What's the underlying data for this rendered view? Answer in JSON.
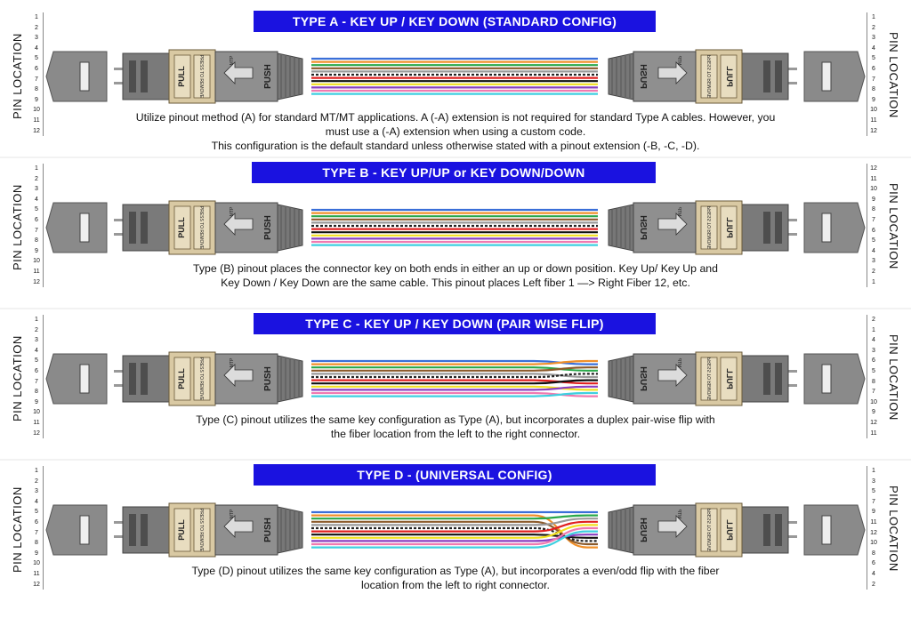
{
  "pin_location_label": "PIN LOCATION",
  "connector_text": {
    "pull": "PULL",
    "push": "PUSH",
    "mtp": "MTP",
    "press": "PRESS TO REMOVE"
  },
  "panels": [
    {
      "title": "TYPE A - KEY UP / KEY DOWN (STANDARD CONFIG)",
      "left_pins": [
        "1",
        "2",
        "3",
        "4",
        "5",
        "6",
        "7",
        "8",
        "9",
        "10",
        "11",
        "12"
      ],
      "right_pins": [
        "1",
        "2",
        "3",
        "4",
        "5",
        "6",
        "7",
        "8",
        "9",
        "10",
        "11",
        "12"
      ],
      "description": [
        "Utilize pinout method (A) for standard MT/MT applications. A (-A) extension is not required for standard Type A cables. However, you",
        "must use a (-A) extension when using a custom code.",
        "This configuration is the default standard unless otherwise stated with a pinout extension (-B, -C, -D)."
      ],
      "mapping": "straight"
    },
    {
      "title": "TYPE B - KEY UP/UP or KEY DOWN/DOWN",
      "left_pins": [
        "1",
        "2",
        "3",
        "4",
        "5",
        "6",
        "7",
        "8",
        "9",
        "10",
        "11",
        "12"
      ],
      "right_pins": [
        "12",
        "11",
        "10",
        "9",
        "8",
        "7",
        "6",
        "5",
        "4",
        "3",
        "2",
        "1"
      ],
      "description": [
        "Type (B) pinout places the connector key on both ends in either an up or down position. Key Up/ Key Up and",
        "Key Down / Key Down are the same cable. This pinout places Left fiber 1 —> Right Fiber 12, etc."
      ],
      "mapping": "reverse"
    },
    {
      "title": "TYPE C - KEY UP / KEY DOWN (PAIR WISE FLIP)",
      "left_pins": [
        "1",
        "2",
        "3",
        "4",
        "5",
        "6",
        "7",
        "8",
        "9",
        "10",
        "11",
        "12"
      ],
      "right_pins": [
        "2",
        "1",
        "4",
        "3",
        "6",
        "5",
        "8",
        "7",
        "10",
        "9",
        "12",
        "11"
      ],
      "description": [
        "Type (C) pinout utilizes the same key configuration as Type (A), but incorporates a duplex pair-wise flip with",
        "the fiber location from the left to the right connector."
      ],
      "mapping": "pairflip"
    },
    {
      "title": "TYPE D - (UNIVERSAL CONFIG)",
      "left_pins": [
        "1",
        "2",
        "3",
        "4",
        "5",
        "6",
        "7",
        "8",
        "9",
        "10",
        "11",
        "12"
      ],
      "right_pins": [
        "1",
        "3",
        "5",
        "7",
        "9",
        "11",
        "12",
        "10",
        "8",
        "6",
        "4",
        "2"
      ],
      "description": [
        "Type (D) pinout utilizes the same key configuration as Type (A), but incorporates a even/odd flip with the fiber",
        "location from the left to right connector."
      ],
      "mapping": "evenodd"
    }
  ],
  "fiber_colors": [
    "#3a6fd8",
    "#f0902a",
    "#2aa84a",
    "#8b5a2b",
    "#9a9a9a",
    "#ffffff",
    "#e02020",
    "#111111",
    "#f2e020",
    "#8a3fc0",
    "#f07ab0",
    "#3fd0e0"
  ]
}
